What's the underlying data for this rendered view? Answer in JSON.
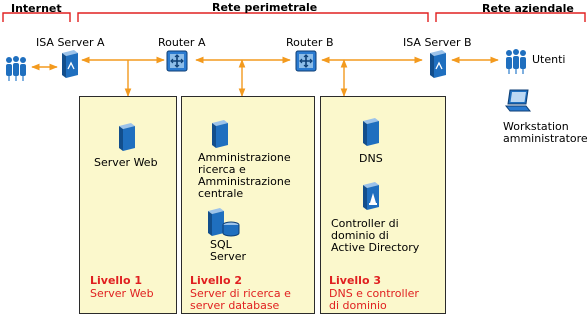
{
  "zones": {
    "internet": "Internet",
    "perimeter": "Rete perimetrale",
    "corporate": "Rete aziendale"
  },
  "nodes": {
    "isa_a": "ISA Server A",
    "router_a": "Router A",
    "router_b": "Router B",
    "isa_b": "ISA Server B",
    "users": "Utenti",
    "workstation": [
      "Workstation",
      "amministratore"
    ]
  },
  "tier1": {
    "server": "Server Web",
    "level_title": "Livello 1",
    "level_desc": "Server Web"
  },
  "tier2": {
    "admin": [
      "Amministrazione",
      "ricerca e",
      "Amministrazione",
      "centrale"
    ],
    "sql": [
      "SQL",
      "Server"
    ],
    "level_title": "Livello 2",
    "level_desc": [
      "Server di ricerca e",
      "server database"
    ]
  },
  "tier3": {
    "dns": "DNS",
    "dc": [
      "Controller di",
      "dominio di",
      "Active Directory"
    ],
    "level_title": "Livello 3",
    "level_desc": [
      "DNS e controller",
      "di dominio"
    ]
  },
  "colors": {
    "zone_line": "#e02020",
    "connector": "#f39a1e",
    "box_fill": "#fbf8cc",
    "level_text": "#e02020",
    "icon_blue": "#1f6fbf"
  }
}
